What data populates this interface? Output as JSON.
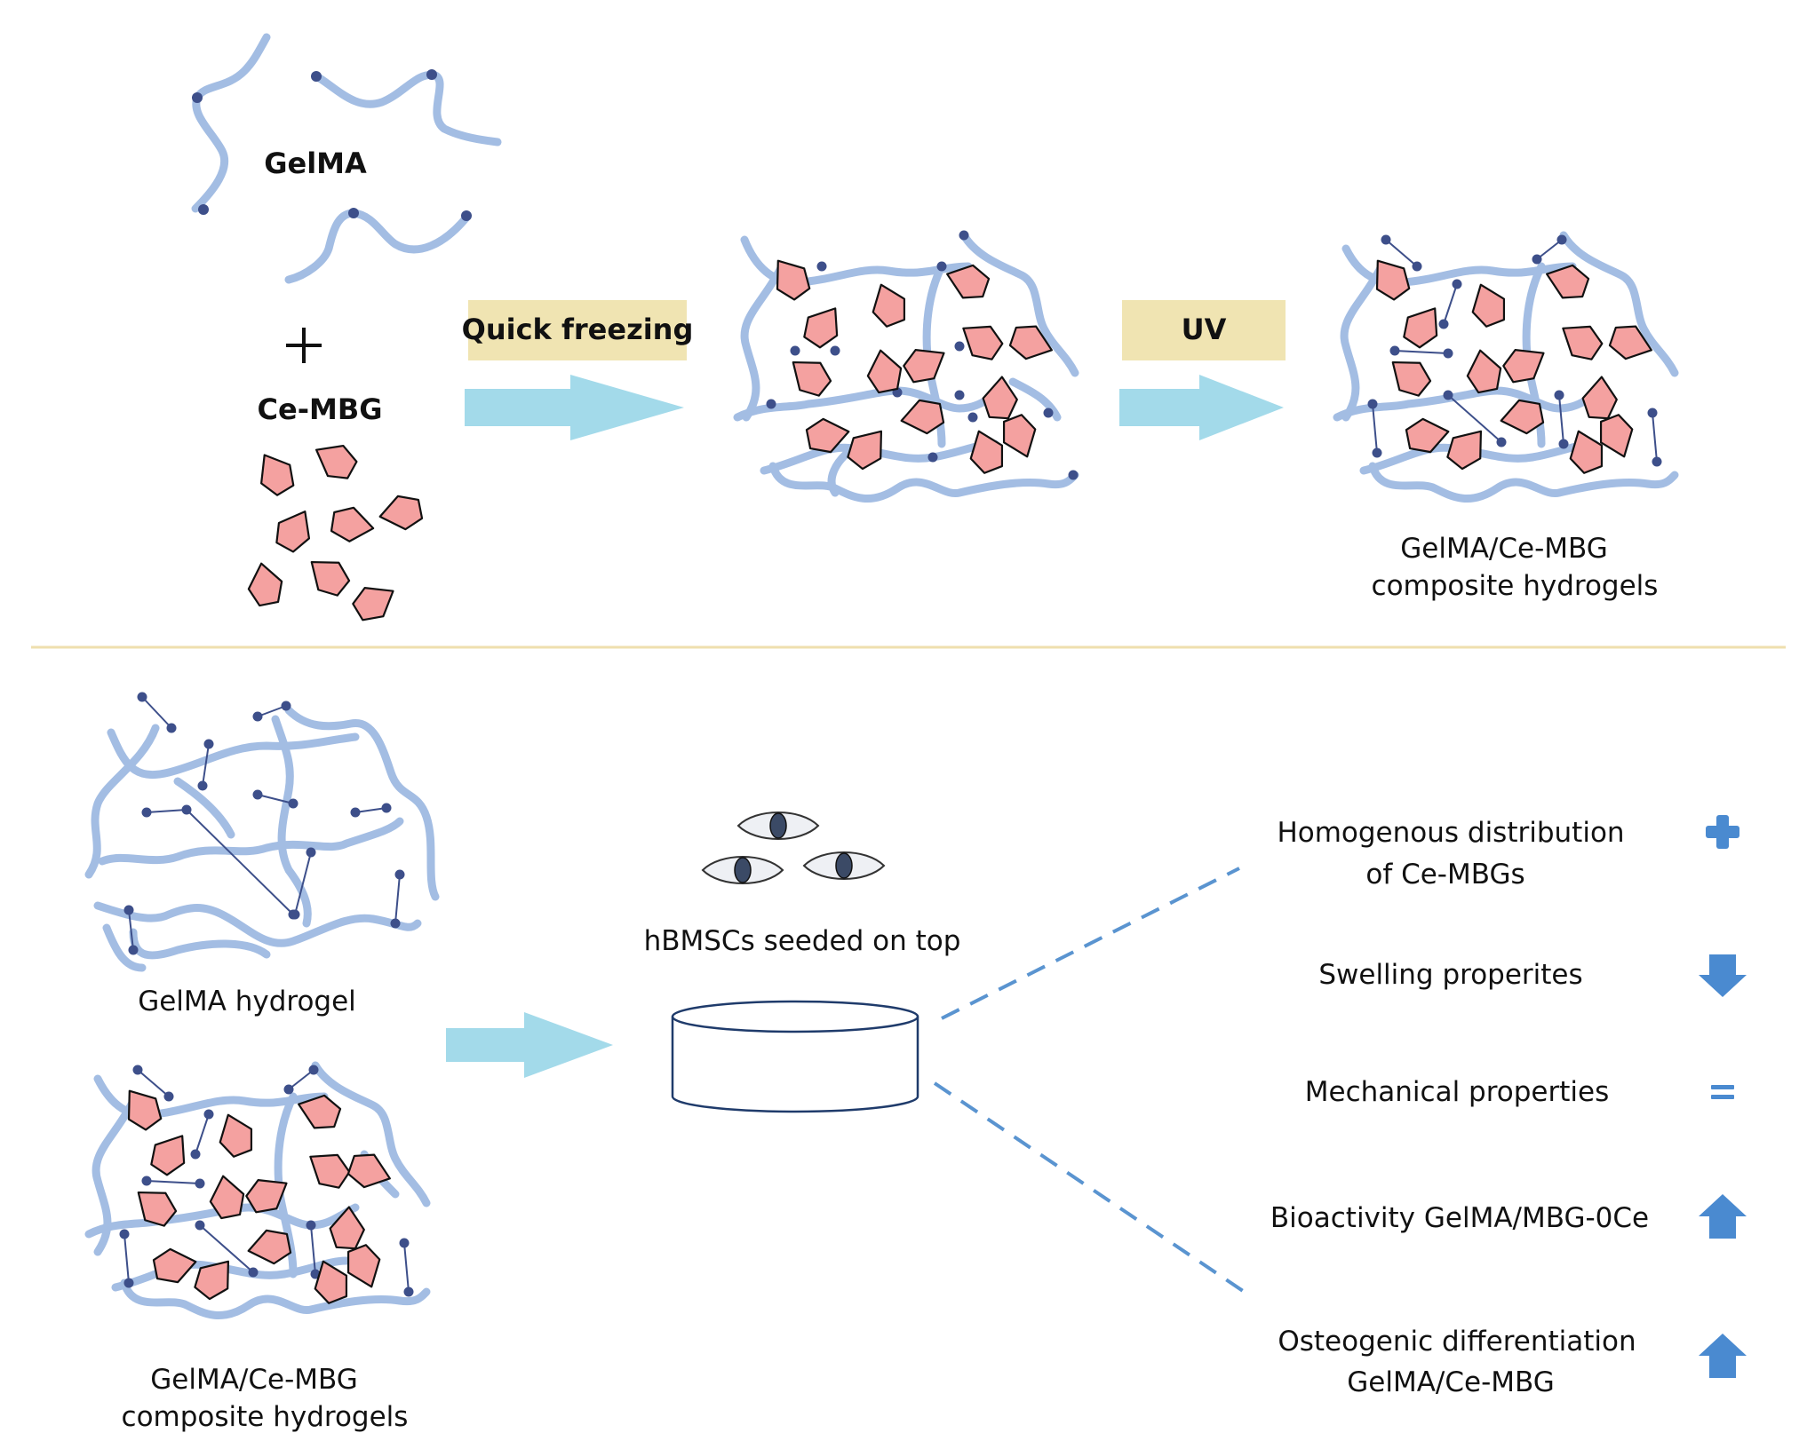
{
  "top": {
    "gelma_label": "GelMA",
    "plus_symbol": "+",
    "cembg_label": "Ce-MBG",
    "step1_label": "Quick freezing",
    "step2_label": "UV",
    "composite_label_line1": "GelMA/Ce-MBG",
    "composite_label_line2": "composite hydrogels"
  },
  "bottom": {
    "gelma_hydrogel_label": "GelMA hydrogel",
    "composite_label_line1": "GelMA/Ce-MBG",
    "composite_label_line2": "composite hydrogels",
    "cells_label": "hBMSCs seeded on top",
    "results": [
      {
        "line1": "Homogenous distribution",
        "line2": "of Ce-MBGs",
        "indicator": "plus-icon"
      },
      {
        "line1": "Swelling properites",
        "line2": "",
        "indicator": "arrow-down-icon"
      },
      {
        "line1": "Mechanical properties",
        "line2": "",
        "indicator": "equals-icon"
      },
      {
        "line1": "Bioactivity GelMA/MBG-0Ce",
        "line2": "",
        "indicator": "arrow-up-icon"
      },
      {
        "line1": "Osteogenic differentiation",
        "line2": "GelMA/Ce-MBG",
        "indicator": "arrow-up-icon"
      }
    ]
  },
  "colors": {
    "polymer": "#a3bde3",
    "crosslink": "#3d4f8a",
    "particle": "#f4a1a0",
    "process_arrow": "#a3daea",
    "label_box": "#f0e4b2",
    "divider": "#efdfae",
    "indicator": "#4a8ad0",
    "dashed_line": "#5a94d0"
  }
}
